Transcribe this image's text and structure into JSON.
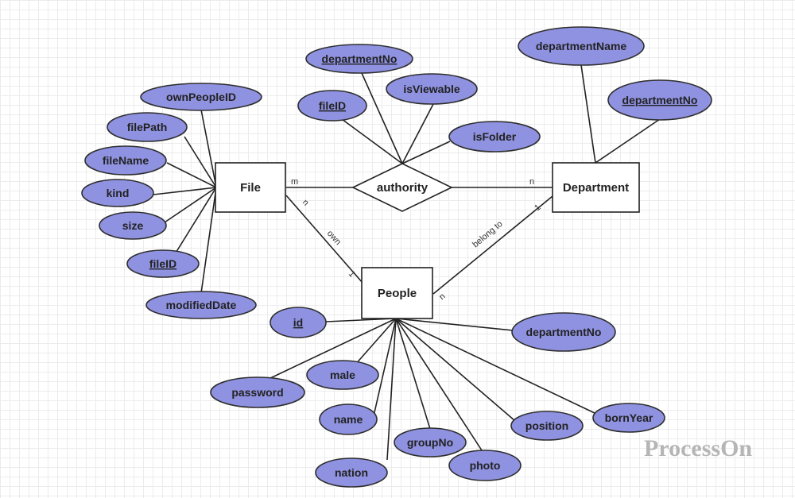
{
  "entities": {
    "file": "File",
    "department": "Department",
    "people": "People"
  },
  "relationships": {
    "authority": "authority",
    "own": "own",
    "belong_to": "belong to"
  },
  "cardinalities": {
    "file_authority": "m",
    "authority_department": "n",
    "file_own": "n",
    "own_people": "1",
    "department_belong": "1",
    "belong_people": "n"
  },
  "attributes": {
    "file": [
      {
        "label": "ownPeopleID",
        "key": false
      },
      {
        "label": "filePath",
        "key": false
      },
      {
        "label": "fileName",
        "key": false
      },
      {
        "label": "kind",
        "key": false
      },
      {
        "label": "size",
        "key": false
      },
      {
        "label": "fileID",
        "key": true
      },
      {
        "label": "modifiedDate",
        "key": false
      }
    ],
    "authority": [
      {
        "label": "departmentNo",
        "key": true
      },
      {
        "label": "isViewable",
        "key": false
      },
      {
        "label": "fileID",
        "key": true
      },
      {
        "label": "isFolder",
        "key": false
      }
    ],
    "department": [
      {
        "label": "departmentName",
        "key": false
      },
      {
        "label": "departmentNo",
        "key": true
      }
    ],
    "people": [
      {
        "label": "id",
        "key": true
      },
      {
        "label": "departmentNo",
        "key": false
      },
      {
        "label": "male",
        "key": false
      },
      {
        "label": "password",
        "key": false
      },
      {
        "label": "name",
        "key": false
      },
      {
        "label": "groupNo",
        "key": false
      },
      {
        "label": "position",
        "key": false
      },
      {
        "label": "bornYear",
        "key": false
      },
      {
        "label": "photo",
        "key": false
      },
      {
        "label": "nation",
        "key": false
      }
    ]
  },
  "watermark": "ProcessOn",
  "colors": {
    "attribute_fill": "#8f92e0",
    "outline": "#222222",
    "grid": "#ececec",
    "watermark": "#b5b5b5"
  }
}
